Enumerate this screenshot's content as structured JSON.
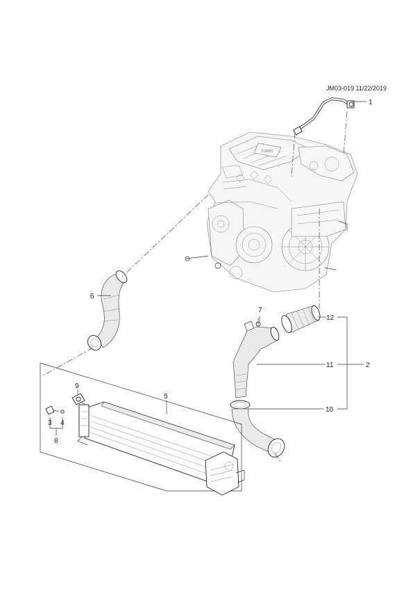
{
  "doc_ref": "JM03-019 11/22/2019",
  "callouts": [
    {
      "id": "1",
      "label": "1"
    },
    {
      "id": "2",
      "label": "2"
    },
    {
      "id": "3",
      "label": "3"
    },
    {
      "id": "4",
      "label": "4"
    },
    {
      "id": "5",
      "label": "5"
    },
    {
      "id": "6",
      "label": "6"
    },
    {
      "id": "7",
      "label": "7"
    },
    {
      "id": "8",
      "label": "8"
    },
    {
      "id": "9",
      "label": "9"
    },
    {
      "id": "10",
      "label": "10"
    },
    {
      "id": "11",
      "label": "11"
    },
    {
      "id": "12",
      "label": "12"
    }
  ],
  "engine_badge": "TURBO"
}
